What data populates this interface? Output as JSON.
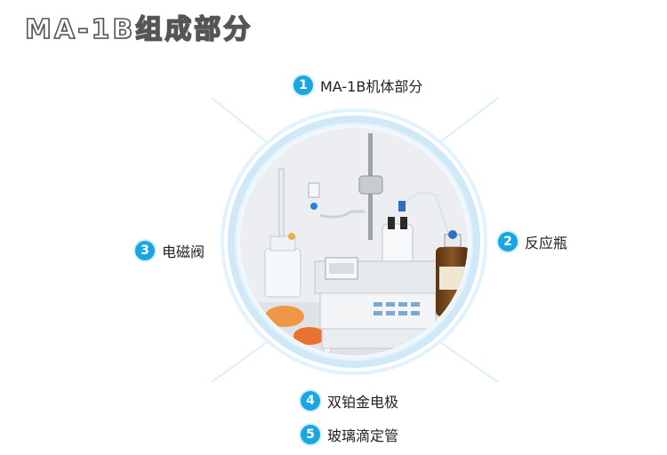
{
  "header": {
    "title": "MA-1B组成部分"
  },
  "callouts": [
    {
      "num": "1",
      "label": "MA-1B机体部分"
    },
    {
      "num": "2",
      "label": "反应瓶"
    },
    {
      "num": "3",
      "label": "电磁阀"
    },
    {
      "num": "4",
      "label": "双铂金电极"
    },
    {
      "num": "5",
      "label": "玻璃滴定管"
    }
  ],
  "colors": {
    "accent": "#1aa6e0",
    "ring": "#cfe9f7",
    "panel": "#eef0f3"
  },
  "icons": {
    "badge": "numbered-circle-icon"
  }
}
